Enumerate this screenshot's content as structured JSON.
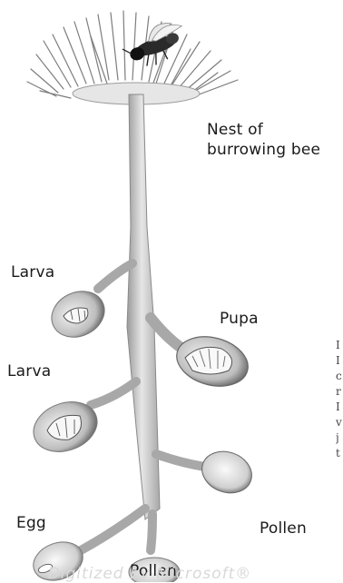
{
  "title": {
    "line1": "Nest of",
    "line2": "burrowing bee"
  },
  "labels": {
    "larva_upper": "Larva",
    "pupa": "Pupa",
    "larva_lower": "Larva",
    "egg": "Egg",
    "pollen_right": "Pollen",
    "pollen_bottom": "Pollen"
  },
  "edge_text": [
    "I",
    "I",
    "c",
    "r",
    "I",
    "v",
    "j",
    "t"
  ],
  "watermark": "Digitized by Microsoft®",
  "colors": {
    "tunnel": "#cfcfcf",
    "grass": "#8a8a8a",
    "bee": "#222222",
    "cell_shadow": "#5a5a5a"
  }
}
